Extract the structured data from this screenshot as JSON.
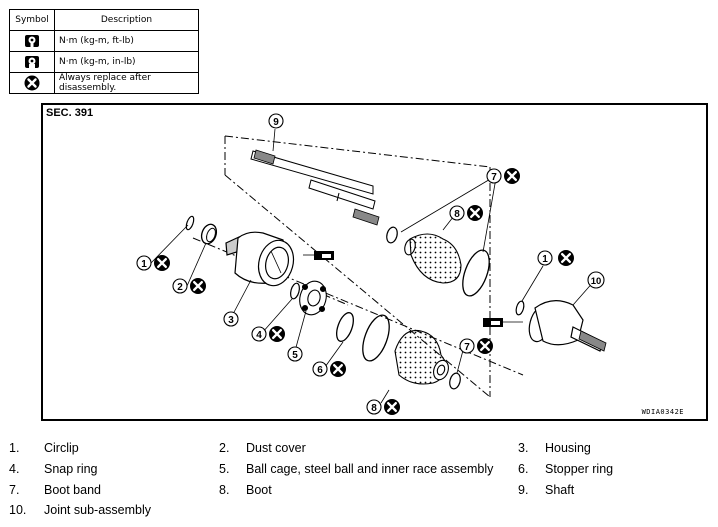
{
  "legend": {
    "headers": {
      "symbol": "Symbol",
      "description": "Description"
    },
    "rows": [
      {
        "icon": "torque-wrench-icon",
        "text": "N·m (kg-m, ft-lb)"
      },
      {
        "icon": "torque-wrench-small-icon",
        "text": "N·m (kg-m, in-lb)"
      },
      {
        "icon": "replace-x-icon",
        "text": "Always replace after disassembly."
      }
    ]
  },
  "diagram": {
    "section": "SEC. 391",
    "code": "WDIA0342E",
    "callouts": [
      "1",
      "2",
      "3",
      "4",
      "5",
      "6",
      "7",
      "8",
      "9",
      "10"
    ]
  },
  "parts": [
    {
      "num": "1.",
      "label": "Circlip"
    },
    {
      "num": "2.",
      "label": "Dust cover"
    },
    {
      "num": "3.",
      "label": "Housing"
    },
    {
      "num": "4.",
      "label": "Snap ring"
    },
    {
      "num": "5.",
      "label": "Ball cage, steel ball and inner race assembly"
    },
    {
      "num": "6.",
      "label": "Stopper ring"
    },
    {
      "num": "7.",
      "label": "Boot band"
    },
    {
      "num": "8.",
      "label": "Boot"
    },
    {
      "num": "9.",
      "label": "Shaft"
    },
    {
      "num": "10.",
      "label": "Joint sub-assembly"
    }
  ]
}
